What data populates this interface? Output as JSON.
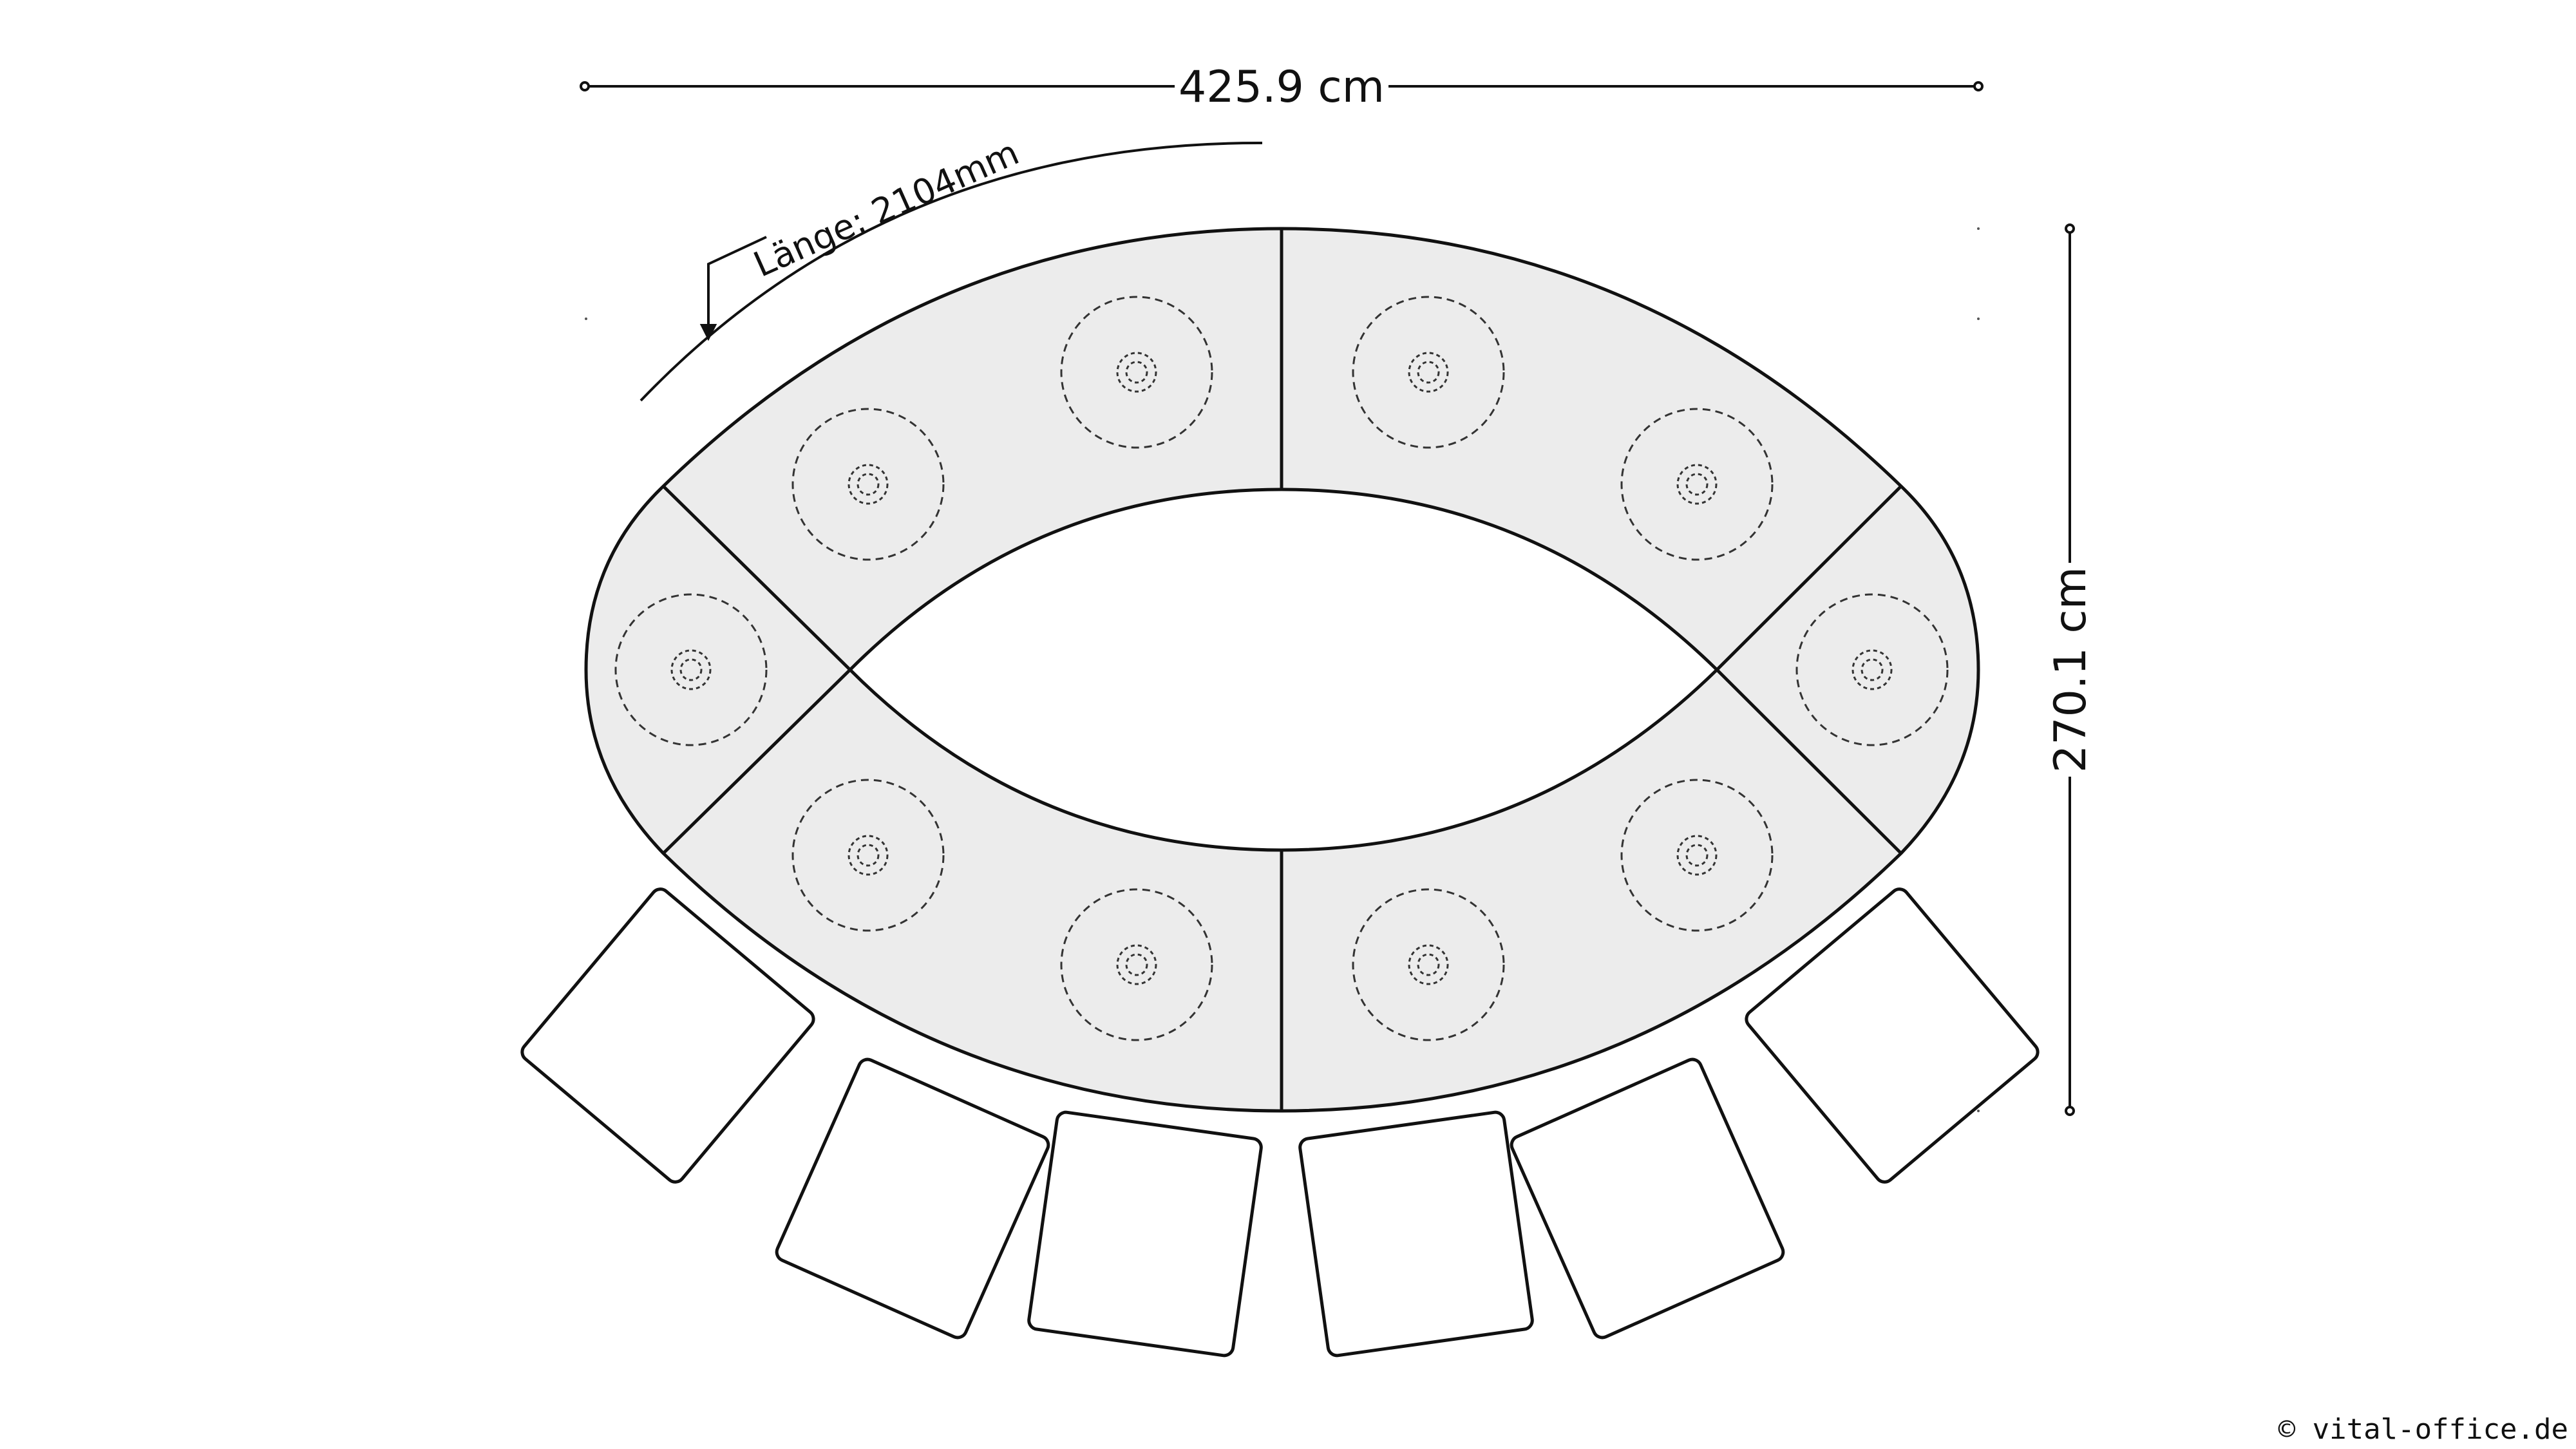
{
  "dimensions": {
    "width_label": "425.9 cm",
    "height_label": "270.1 cm",
    "segment_length_label": "Länge: 2104mm"
  },
  "footer": {
    "copyright": "© vital-office.de"
  },
  "colors": {
    "table_fill": "#ececec",
    "line": "#111111",
    "background": "#ffffff"
  }
}
